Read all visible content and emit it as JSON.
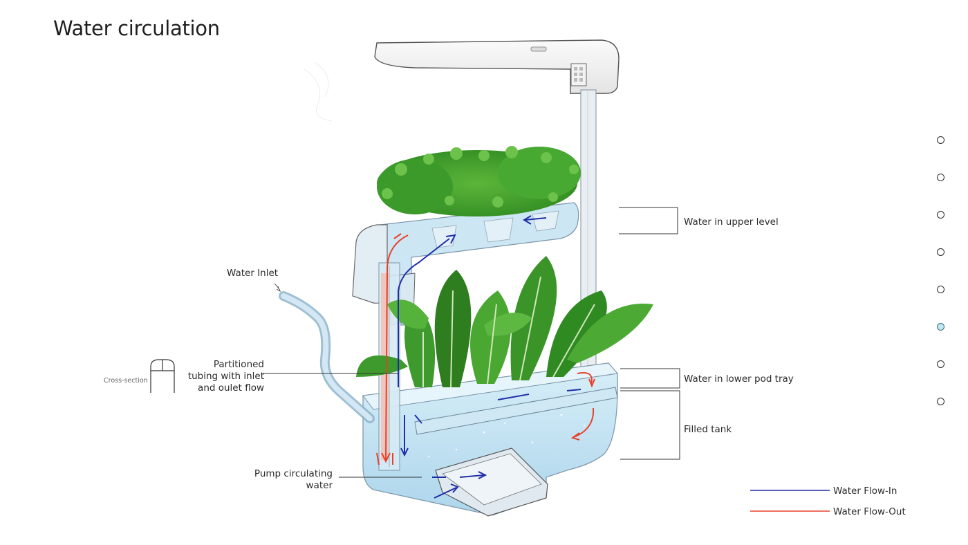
{
  "title": "Water circulation",
  "labels": {
    "water_inlet": "Water Inlet",
    "partitioned_tubing": [
      "Partitioned",
      "tubing with inlet",
      "and oulet flow"
    ],
    "cross_section": "Cross-section",
    "pump": [
      "Pump circulating",
      "water"
    ],
    "upper_level": "Water in upper level",
    "lower_pod_tray": "Water in lower pod tray",
    "filled_tank": "Filled tank"
  },
  "legend": [
    {
      "name": "Water Flow-In",
      "color": "#1e2ea8"
    },
    {
      "name": "Water Flow-Out",
      "color": "#e8402a"
    }
  ],
  "pagination": {
    "total": 8,
    "active_index": 5
  },
  "colors": {
    "water": "#bfe2f2",
    "plant": "#3e9a2c",
    "leaf_dark": "#2e7d1f",
    "flow_in": "#1e2ea8",
    "flow_out": "#e8402a"
  }
}
